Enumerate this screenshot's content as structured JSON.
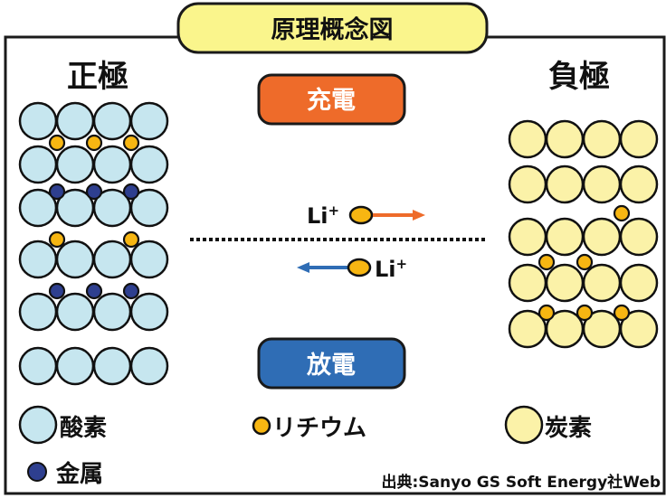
{
  "title": "原理概念図",
  "cathode": {
    "label": "正極"
  },
  "anode": {
    "label": "負極"
  },
  "charge": {
    "label": "充電",
    "color": "#ee6b2a"
  },
  "discharge": {
    "label": "放電",
    "color": "#2f6db5"
  },
  "ion": {
    "label": "Li",
    "superscript": "+"
  },
  "legend": {
    "oxygen": "酸素",
    "metal": "金属",
    "lithium": "リチウム",
    "carbon": "炭素"
  },
  "source": "出典:Sanyo GS Soft Energy社Web",
  "colors": {
    "oxygen": "#c6e6ef",
    "metal": "#2e3f8f",
    "lithium": "#f7b612",
    "carbon": "#fbf2a8",
    "title_fill": "#faf58c",
    "frame": "#1a1a1a"
  }
}
